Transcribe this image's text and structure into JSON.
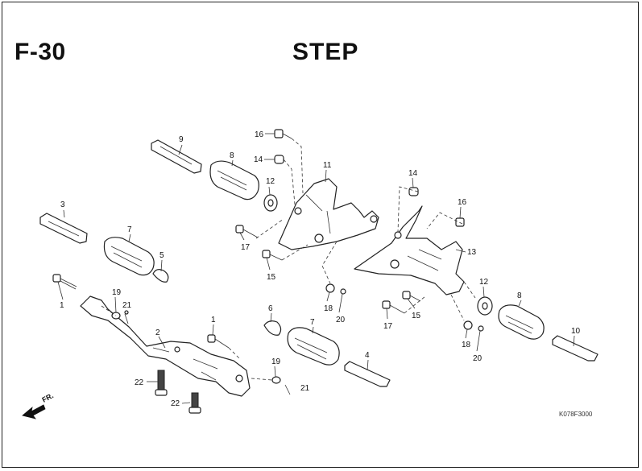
{
  "header": {
    "sheet_code": "F-30",
    "sheet_title": "STEP"
  },
  "footer": {
    "figure_code": "K078F3000",
    "direction_label": "FR."
  },
  "callouts": {
    "c1a": "1",
    "c1b": "1",
    "c2": "2",
    "c3": "3",
    "c4": "4",
    "c5": "5",
    "c6": "6",
    "c7a": "7",
    "c7b": "7",
    "c8a": "8",
    "c8b": "8",
    "c9": "9",
    "c10": "10",
    "c11": "11",
    "c12a": "12",
    "c12b": "12",
    "c13": "13",
    "c14a": "14",
    "c14b": "14",
    "c15a": "15",
    "c15b": "15",
    "c16a": "16",
    "c16b": "16",
    "c17a": "17",
    "c17b": "17",
    "c18a": "18",
    "c18b": "18",
    "c19a": "19",
    "c19b": "19",
    "c20a": "20",
    "c20b": "20",
    "c21a": "21",
    "c21b": "21",
    "c22a": "22",
    "c22b": "22"
  }
}
